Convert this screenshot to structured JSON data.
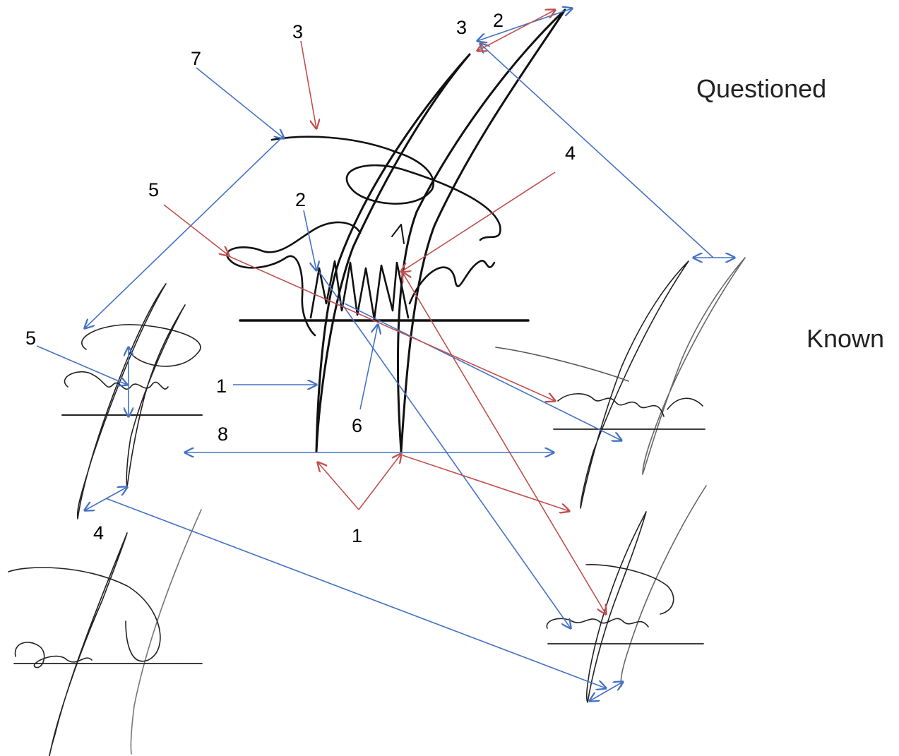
{
  "categories": {
    "questioned": "Questioned",
    "known": "Known"
  },
  "marker_labels": {
    "q_label_3_left": "3",
    "q_label_3_top": "3",
    "q_label_2_top": "2",
    "q_label_7": "7",
    "q_label_4": "4",
    "q_label_5": "5",
    "q_label_2_mid": "2",
    "q_label_1_left": "1",
    "q_label_6": "6",
    "q_label_8": "8",
    "q_label_1_bottom": "1",
    "k_label_5": "5",
    "k_label_4": "4"
  },
  "colors": {
    "blue_arrow": "#4472c4",
    "red_arrow": "#c0504d",
    "ink": "#111111",
    "light_ink": "#777777"
  }
}
